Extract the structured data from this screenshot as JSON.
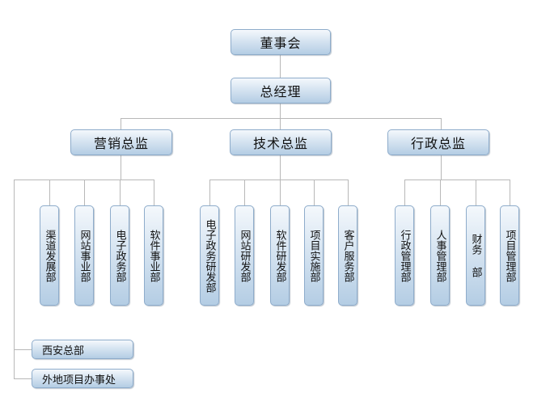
{
  "org": {
    "board": "董事会",
    "gm": "总经理",
    "directors": [
      "营销总监",
      "技术总监",
      "行政总监"
    ],
    "marketing_depts": [
      "渠道发展部",
      "网站事业部",
      "电子政务部",
      "软件事业部"
    ],
    "tech_depts": [
      "电子政务研发部",
      "网站研发部",
      "软件研发部",
      "项目实施部",
      "客户服务部"
    ],
    "admin_depts": [
      "行政管理部",
      "人事管理部",
      "财务 部",
      "项目管理部"
    ],
    "branches": [
      "西安总部",
      "外地项目办事处"
    ]
  },
  "colors": {
    "line": "#b8b8b8",
    "border": "#8eaccb"
  }
}
